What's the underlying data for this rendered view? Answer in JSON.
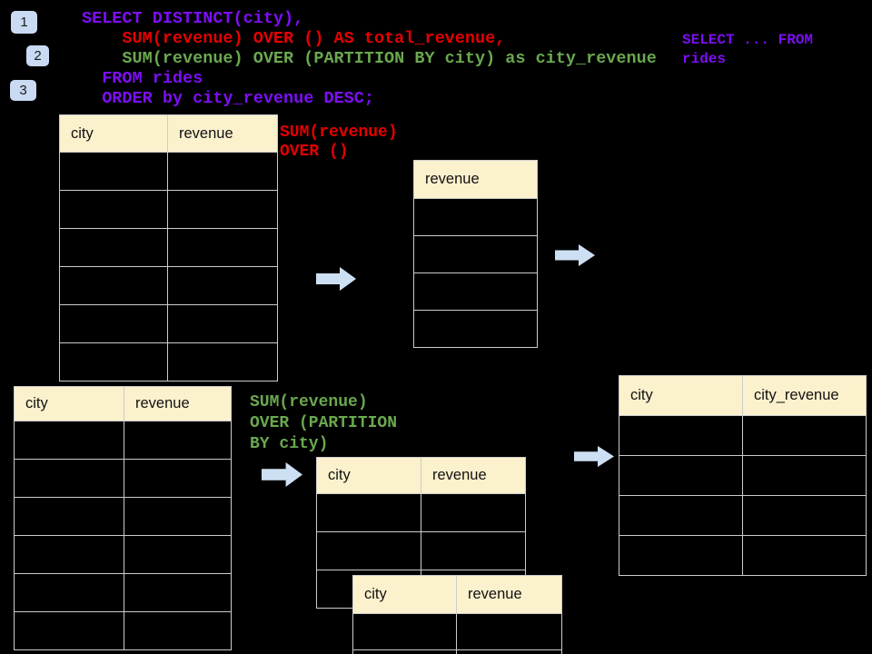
{
  "colors": {
    "bg": "#000000",
    "purple": "#7D0EF5",
    "red": "#E60000",
    "green": "#6AA84F",
    "header_fill": "#FCF1CD",
    "border": "#CCCCCC",
    "arrow": "#CDE0F3",
    "badge_fill": "#C9DAF2",
    "badge_text": "#1A1A1A",
    "table_text": "#111111"
  },
  "badges": [
    {
      "label": "1"
    },
    {
      "label": "2"
    },
    {
      "label": "3"
    }
  ],
  "sql_code": {
    "lines": [
      {
        "text": "SELECT DISTINCT(city),",
        "color": "purple"
      },
      {
        "text": "    SUM(revenue) OVER () AS total_revenue,",
        "color": "red"
      },
      {
        "text": "    SUM(revenue) OVER (PARTITION BY city) as city_revenue",
        "color": "green"
      },
      {
        "text": "  FROM rides",
        "color": "purple"
      },
      {
        "text": "  ORDER by city_revenue DESC;",
        "color": "purple"
      }
    ]
  },
  "side_note": {
    "lines": [
      {
        "text": "SELECT ... FROM",
        "color": "purple"
      },
      {
        "text": "rides",
        "color": "purple"
      }
    ]
  },
  "annotations": {
    "total_label": {
      "lines": [
        {
          "text": "SUM(revenue)",
          "color": "red"
        },
        {
          "text": "OVER ()",
          "color": "red"
        }
      ]
    },
    "partition_label": {
      "lines": [
        {
          "text": "SUM(revenue)",
          "color": "green"
        },
        {
          "text": "OVER (PARTITION",
          "color": "green"
        },
        {
          "text": "BY city)",
          "color": "green"
        }
      ]
    }
  },
  "tables": {
    "source_top": {
      "headers": [
        "city",
        "revenue"
      ],
      "empty_rows": 6
    },
    "total_result": {
      "headers": [
        "revenue"
      ],
      "empty_rows": 4
    },
    "source_bottom": {
      "headers": [
        "city",
        "revenue"
      ],
      "empty_rows": 6
    },
    "partition_back": {
      "headers": [
        "city",
        "revenue"
      ],
      "empty_rows": 3
    },
    "partition_front": {
      "headers": [
        "city",
        "revenue"
      ],
      "empty_rows": 2
    },
    "partition_result": {
      "headers": [
        "city",
        "city_revenue"
      ],
      "empty_rows": 4
    }
  }
}
